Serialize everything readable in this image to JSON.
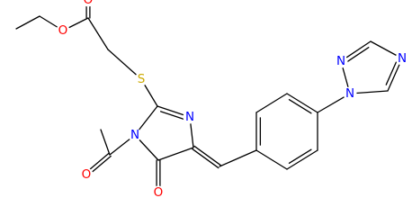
{
  "structure": {
    "atoms": [
      {
        "id": "O_ester_carbonyl",
        "label": "O"
      },
      {
        "id": "O_ester_ether",
        "label": "O"
      },
      {
        "id": "S_thioether",
        "label": "S"
      },
      {
        "id": "N_imidazole_3",
        "label": "N"
      },
      {
        "id": "N_imidazole_1",
        "label": "N"
      },
      {
        "id": "O_acetyl",
        "label": "O"
      },
      {
        "id": "O_ring_carbonyl",
        "label": "O"
      },
      {
        "id": "N_triazole_1",
        "label": "N"
      },
      {
        "id": "N_triazole_2",
        "label": "N"
      },
      {
        "id": "N_triazole_4",
        "label": "N"
      }
    ]
  },
  "colors": {
    "O": "#ff0000",
    "N": "#0000ff",
    "S": "#ccaa00",
    "bond": "#000000"
  }
}
